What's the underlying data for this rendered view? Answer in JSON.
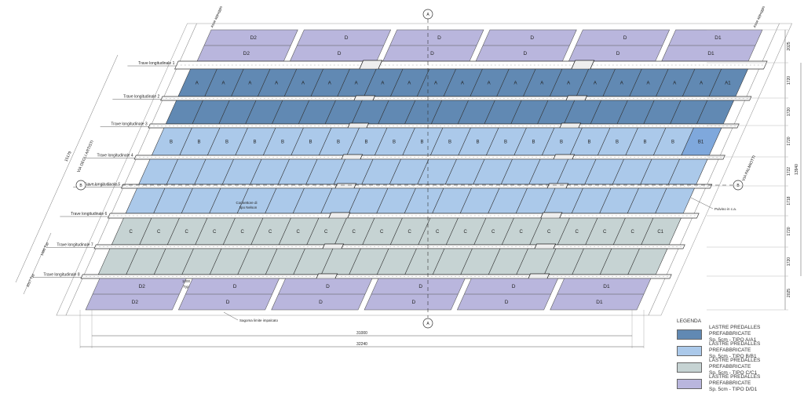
{
  "colors": {
    "A": "#6189b3",
    "B": "#abc9ea",
    "B1": "#7fa8dc",
    "C": "#c6d3d3",
    "D": "#b9b6dd",
    "line": "#333333"
  },
  "beams": [
    "Trave longitudinale 1",
    "Trave longitudinale 2",
    "Trave longitudinale 3",
    "Trave longitudinale 4",
    "Trave longitudinale 5",
    "Trave longitudinale 6",
    "Trave longitudinale 7",
    "Trave longitudinale 8"
  ],
  "rows": {
    "A": [
      "A",
      "A",
      "A",
      "A",
      "A",
      "A",
      "A",
      "A",
      "A",
      "A",
      "A",
      "A",
      "A",
      "A",
      "A",
      "A",
      "A",
      "A",
      "A",
      "A",
      "A1"
    ],
    "B": [
      "B",
      "B",
      "B",
      "B",
      "B",
      "B",
      "B",
      "B",
      "B",
      "B",
      "B",
      "B",
      "B",
      "B",
      "B",
      "B",
      "B",
      "B",
      "B",
      "B1"
    ],
    "C": [
      "C",
      "C",
      "C",
      "C",
      "C",
      "C",
      "C",
      "C",
      "C",
      "C",
      "C",
      "C",
      "C",
      "C",
      "C",
      "C",
      "C",
      "C",
      "C",
      "C1"
    ],
    "D_top": [
      [
        "D2",
        "D2"
      ],
      [
        "D",
        "D"
      ],
      [
        "D",
        "D"
      ],
      [
        "D",
        "D"
      ],
      [
        "D",
        "D"
      ],
      [
        "D1",
        "D1"
      ]
    ],
    "D_bottom": [
      [
        "D2",
        "D2"
      ],
      [
        "D",
        "D"
      ],
      [
        "D",
        "D"
      ],
      [
        "D",
        "D"
      ],
      [
        "D",
        "D"
      ],
      [
        "D1",
        "D1"
      ]
    ]
  },
  "annotations": {
    "connector": [
      "Connettore di",
      "tipo Nelson"
    ],
    "pulvino": "Pulvino in c.a.",
    "sagoma": "Sagoma limite impalcato",
    "typ_width": [
      "1200",
      "Typ"
    ],
    "asse_left": "Asse appoggio",
    "asse_right": "Asse appoggio",
    "street_left": "VIA DEGLI ARTISTI",
    "street_right": "VIA PALMIOTTI",
    "section_a": "A",
    "section_b": "B"
  },
  "dimensions": {
    "right": [
      "2025",
      "1720",
      "1720",
      "1720",
      "1722",
      "1718",
      "1720",
      "1720",
      "2025"
    ],
    "right_total": "13940",
    "left_total": "15179",
    "left_small": [
      [
        "1480",
        "Typ"
      ],
      [
        "2017",
        "Typ"
      ]
    ],
    "bottom_inner": "31000",
    "bottom_outer": "32240"
  },
  "legend": {
    "title": "LEGENDA",
    "items": [
      {
        "key": "A",
        "line1": "LASTRE PREDALLES PREFABBRICATE",
        "line2": "Sp. 5cm - TIPO A/A1"
      },
      {
        "key": "B",
        "line1": "LASTRE PREDALLES PREFABBRICATE",
        "line2": "Sp. 5cm - TIPO B/B1"
      },
      {
        "key": "C",
        "line1": "LASTRE PREDALLES PREFABBRICATE",
        "line2": "Sp. 5cm - TIPO C/C1"
      },
      {
        "key": "D",
        "line1": "LASTRE PREDALLES PREFABBRICATE",
        "line2": "Sp. 5cm - TIPO D/D1"
      }
    ]
  }
}
